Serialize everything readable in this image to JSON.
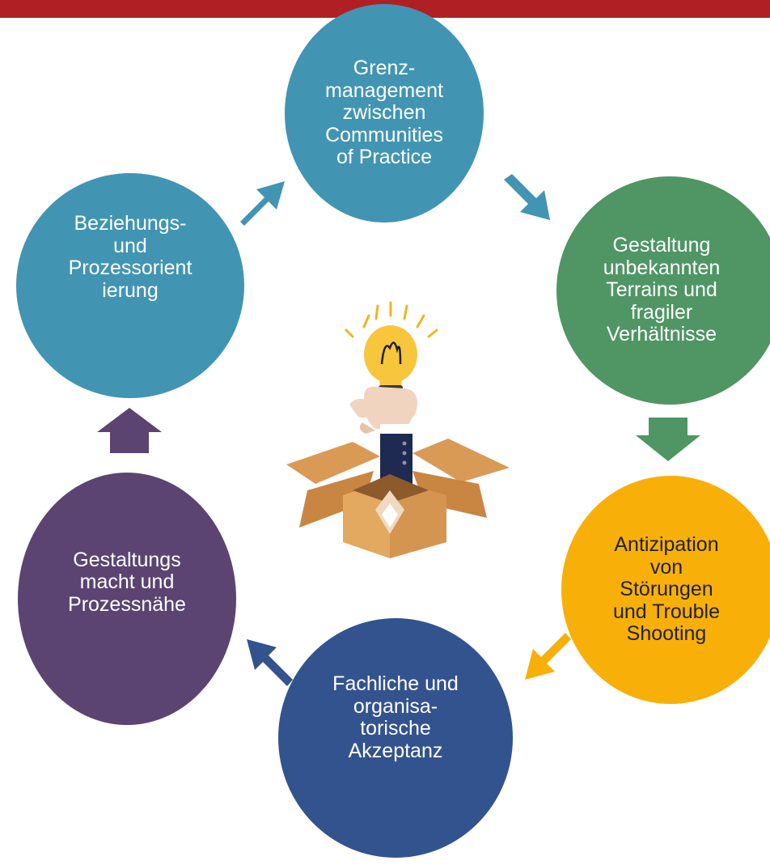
{
  "cycle": {
    "nodes": [
      {
        "id": "grenzmanagement",
        "lines": [
          "Grenz-",
          "management",
          "zwischen",
          "Communities",
          "of Practice"
        ],
        "color": "#4195b3"
      },
      {
        "id": "gestaltung-terrain",
        "lines": [
          "Gestaltung",
          "unbekannten",
          "Terrains und",
          "fragiler",
          "Verhältnisse"
        ],
        "color": "#4f9664"
      },
      {
        "id": "antizipation",
        "lines": [
          "Antizipation",
          "von",
          "Störungen",
          "und Trouble",
          "Shooting"
        ],
        "color": "#f8b009"
      },
      {
        "id": "akzeptanz",
        "lines": [
          "Fachliche und",
          "organisa-",
          "torische",
          "Akzeptanz"
        ],
        "color": "#33538f"
      },
      {
        "id": "gestaltungsmacht",
        "lines": [
          "Gestaltungs",
          "macht und",
          "Prozessnähe"
        ],
        "color": "#5b4472"
      },
      {
        "id": "beziehung",
        "lines": [
          "Beziehungs-",
          "und",
          "Prozessorient",
          "ierung"
        ],
        "color": "#4195b3"
      }
    ],
    "arrow_colors": {
      "top_left": "#4195b3",
      "top_right": "#4195b3",
      "right": "#4f9664",
      "bottom_right": "#f8b009",
      "bottom_left": "#33538f",
      "left": "#5b4472"
    },
    "icons": [
      "lightbulb-icon",
      "open-box-icon",
      "raised-hand-icon"
    ],
    "accent_bar_color": "#b01f24"
  }
}
